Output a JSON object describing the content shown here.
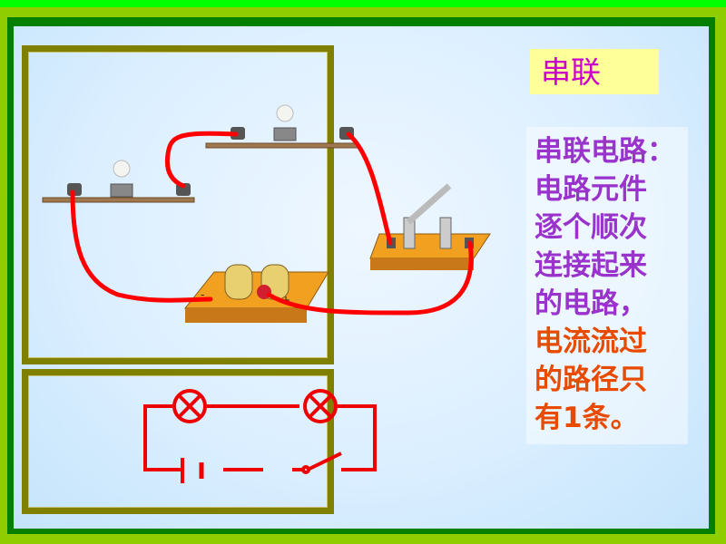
{
  "title": "串联",
  "description": {
    "lines_definition": [
      "串联电路：",
      "电路元件",
      "逐个顺次",
      "连接起来",
      "的电路，"
    ],
    "lines_feature": [
      "电流流过",
      "的路径只",
      "有1条。"
    ]
  },
  "battery_labels": {
    "negative": "-",
    "positive": "+"
  },
  "colors": {
    "wire": "#ff0000",
    "title": "#cc00cc",
    "definition": "#9933cc",
    "feature": "#e84a00",
    "panel_border": "#808000"
  }
}
